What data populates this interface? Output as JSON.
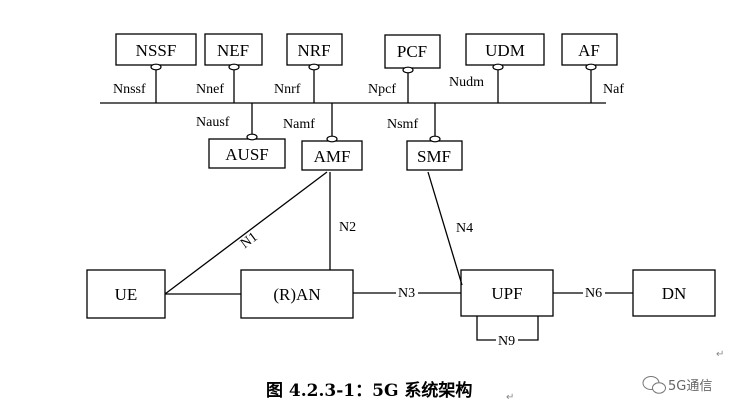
{
  "nodes": {
    "nssf": "NSSF",
    "nef": "NEF",
    "nrf": "NRF",
    "pcf": "PCF",
    "udm": "UDM",
    "af": "AF",
    "ausf": "AUSF",
    "amf": "AMF",
    "smf": "SMF",
    "ue": "UE",
    "ran": "(R)AN",
    "upf": "UPF",
    "dn": "DN"
  },
  "interfaces": {
    "nnssf": "Nnssf",
    "nnef": "Nnef",
    "nnrf": "Nnrf",
    "npcf": "Npcf",
    "nudm": "Nudm",
    "naf": "Naf",
    "nausf": "Nausf",
    "namf": "Namf",
    "nsmf": "Nsmf"
  },
  "links": {
    "n1": "N1",
    "n2": "N2",
    "n3": "N3",
    "n4": "N4",
    "n6": "N6",
    "n9": "N9"
  },
  "caption": "图 4.2.3-1：5G 系统架构",
  "watermark": "5G通信"
}
